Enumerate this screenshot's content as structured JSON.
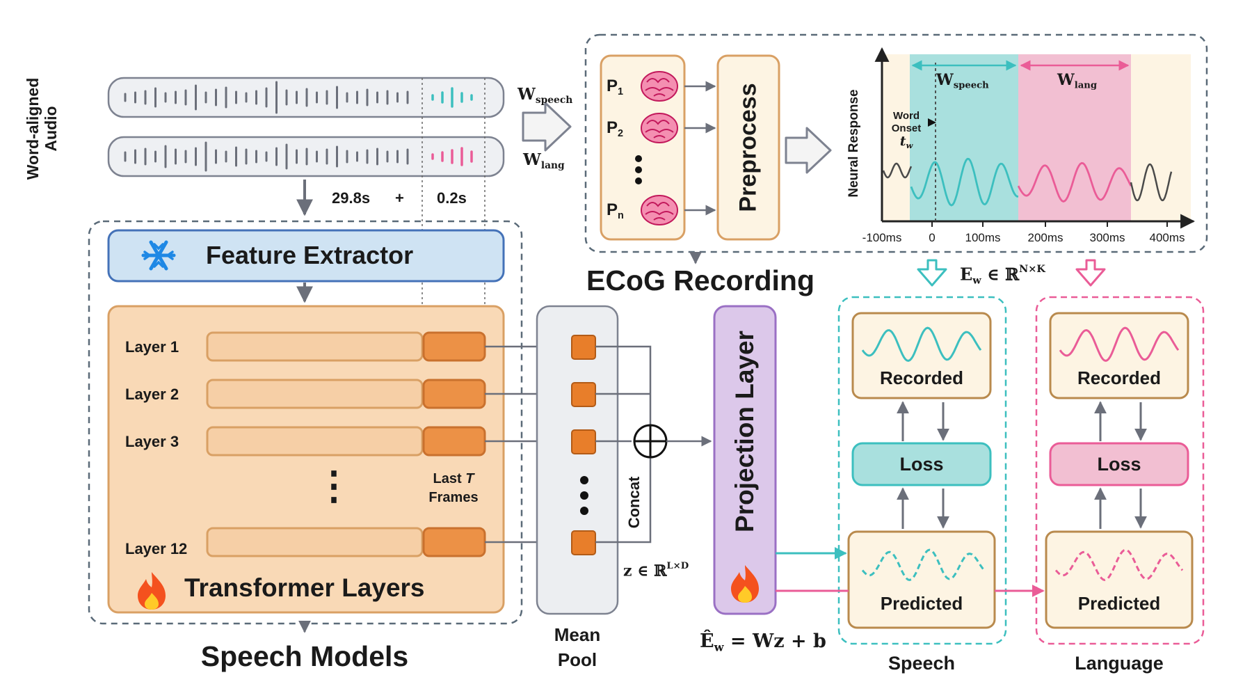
{
  "colors": {
    "teal": "#3cbfbf",
    "pink": "#ea5c97",
    "orange_fill": "#f9d9b6",
    "orange_border": "#d9a064",
    "orange_dark": "#e87e2a",
    "blue_fill": "#cfe3f3",
    "blue_border": "#4472b8",
    "purple_fill": "#dcc8ea",
    "purple_border": "#9a70c4",
    "cream": "#fdf4e3",
    "gray": "#6b6f7a"
  },
  "audio": {
    "label_line1": "Word-aligned",
    "label_line2": "Audio",
    "duration_main": "29.8s",
    "plus": "+",
    "duration_tail": "0.2s"
  },
  "window_labels": {
    "speech_main": "W",
    "speech_sub": "speech",
    "lang_main": "W",
    "lang_sub": "lang"
  },
  "speech_models": {
    "feature_extractor": "Feature Extractor",
    "layers": [
      "Layer 1",
      "Layer 2",
      "Layer 3",
      "Layer 12"
    ],
    "ellipsis": "⋮",
    "last_frames_line1": "Last ",
    "last_frames_T": "T",
    "last_frames_line2": "Frames",
    "transformer": "Transformer Layers",
    "title": "Speech Models"
  },
  "pooling": {
    "concat": "Concat",
    "mean_line1": "Mean",
    "mean_line2": "Pool",
    "z_formula_main": "z ∈ ℝ",
    "z_formula_sup": "L×D"
  },
  "ecog": {
    "patients": [
      {
        "main": "P",
        "sub": "1"
      },
      {
        "main": "P",
        "sub": "2"
      },
      {
        "main": "P",
        "sub": "n"
      }
    ],
    "preprocess": "Preprocess",
    "title": "ECoG Recording",
    "plot": {
      "ylabel": "Neural Response",
      "onset_line1": "Word",
      "onset_line2": "Onset",
      "onset_symbol": "t",
      "onset_sub": "w",
      "ticks": [
        "-100ms",
        "0",
        "100ms",
        "200ms",
        "300ms",
        "400ms"
      ]
    }
  },
  "projection": {
    "title": "Projection Layer",
    "formula_lhs": "Ê",
    "formula_sub": "w",
    "formula_rhs": " = Wz + b",
    "ew_main": "E",
    "ew_sub": "w",
    "ew_mid": " ∈ ℝ",
    "ew_sup": "N×K"
  },
  "speech_branch": {
    "recorded": "Recorded",
    "loss": "Loss",
    "predicted": "Predicted",
    "label": "Speech"
  },
  "language_branch": {
    "recorded": "Recorded",
    "loss": "Loss",
    "predicted": "Predicted",
    "label": "Language"
  }
}
